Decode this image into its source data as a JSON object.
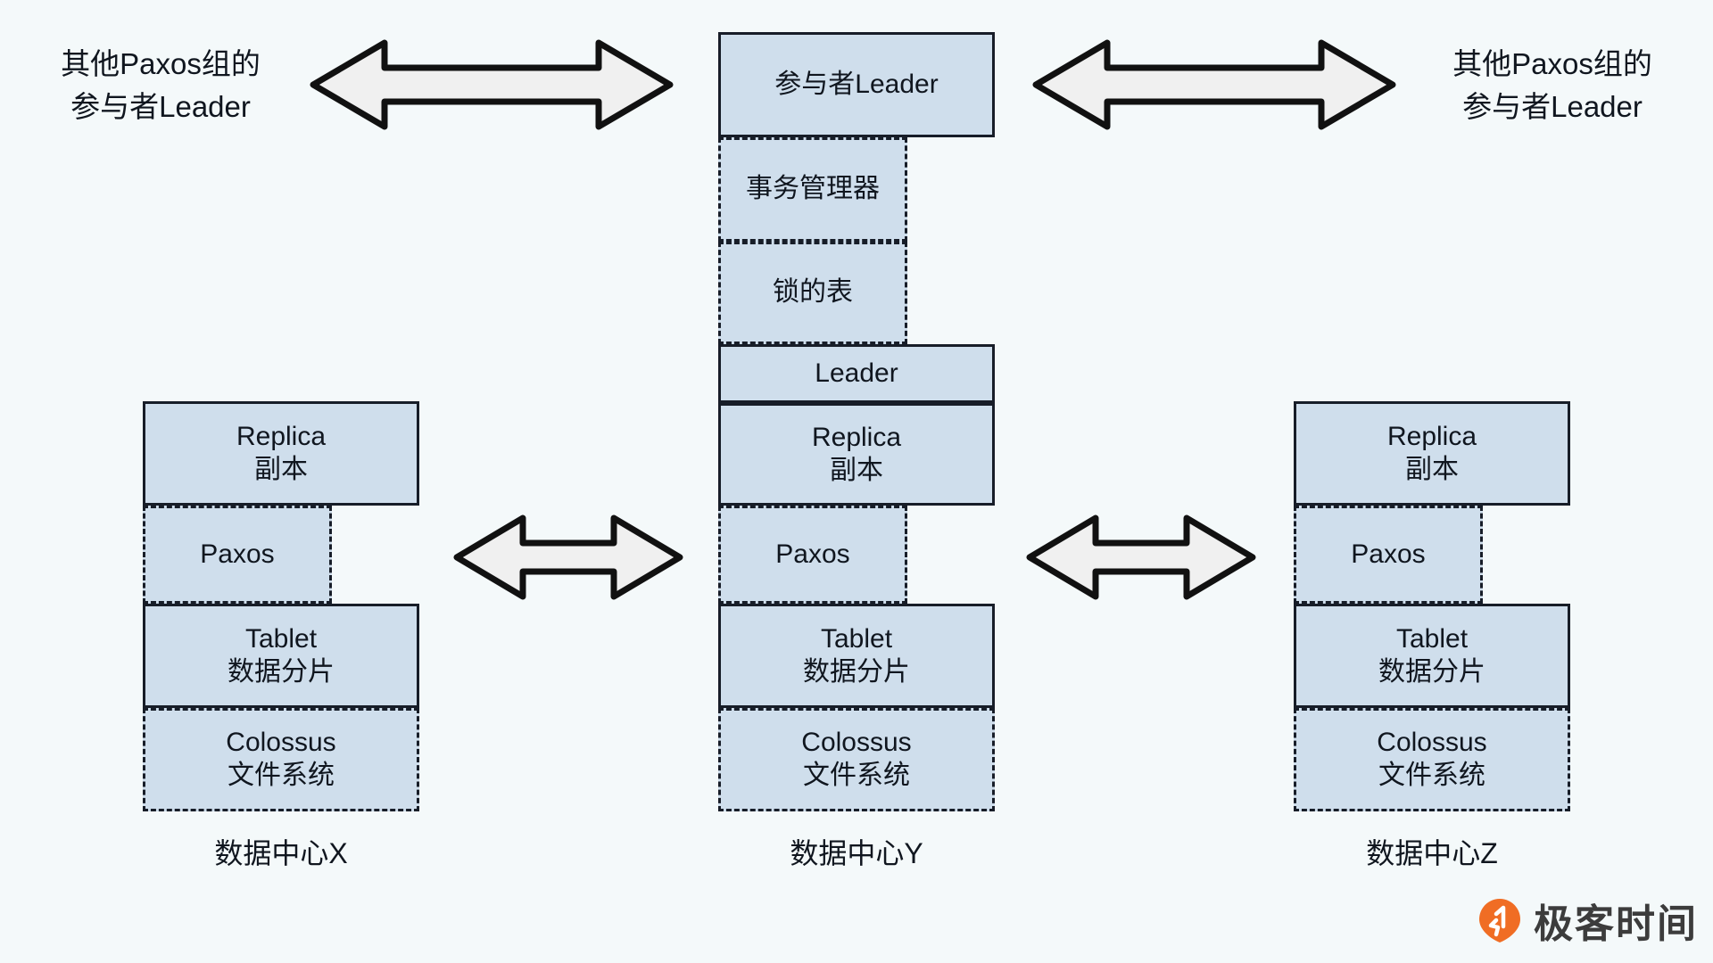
{
  "canvas": {
    "background_color": "#f4f9fa",
    "box_fill": "#cfdeec",
    "border_color": "#171d28"
  },
  "captions": {
    "left": {
      "line1": "其他Paxos组的",
      "line2": "参与者Leader"
    },
    "right": {
      "line1": "其他Paxos组的",
      "line2": "参与者Leader"
    }
  },
  "columns": [
    {
      "id": "x",
      "datacenter_label": "数据中心X",
      "boxes": [
        {
          "name": "replica",
          "style": "solid",
          "line1": "Replica",
          "line2": "副本"
        },
        {
          "name": "paxos",
          "style": "dashed",
          "line1": "Paxos",
          "line2": ""
        },
        {
          "name": "tablet",
          "style": "solid",
          "line1": "Tablet",
          "line2": "数据分片"
        },
        {
          "name": "colossus",
          "style": "dashed",
          "line1": "Colossus",
          "line2": "文件系统"
        }
      ]
    },
    {
      "id": "y",
      "datacenter_label": "数据中心Y",
      "boxes": [
        {
          "name": "participant-leader",
          "style": "solid",
          "line1": "参与者Leader",
          "line2": ""
        },
        {
          "name": "transaction-manager",
          "style": "dashed",
          "line1": "事务管理器",
          "line2": ""
        },
        {
          "name": "lock-table",
          "style": "dashed",
          "line1": "锁的表",
          "line2": ""
        },
        {
          "name": "leader",
          "style": "solid",
          "line1": "Leader",
          "line2": ""
        },
        {
          "name": "replica",
          "style": "solid",
          "line1": "Replica",
          "line2": "副本"
        },
        {
          "name": "paxos",
          "style": "dashed",
          "line1": "Paxos",
          "line2": ""
        },
        {
          "name": "tablet",
          "style": "solid",
          "line1": "Tablet",
          "line2": "数据分片"
        },
        {
          "name": "colossus",
          "style": "dashed",
          "line1": "Colossus",
          "line2": "文件系统"
        }
      ]
    },
    {
      "id": "z",
      "datacenter_label": "数据中心Z",
      "boxes": [
        {
          "name": "replica",
          "style": "solid",
          "line1": "Replica",
          "line2": "副本"
        },
        {
          "name": "paxos",
          "style": "dashed",
          "line1": "Paxos",
          "line2": ""
        },
        {
          "name": "tablet",
          "style": "solid",
          "line1": "Tablet",
          "line2": "数据分片"
        },
        {
          "name": "colossus",
          "style": "dashed",
          "line1": "Colossus",
          "line2": "文件系统"
        }
      ]
    }
  ],
  "arrows": [
    {
      "name": "arrow-top-left",
      "direction": "double"
    },
    {
      "name": "arrow-top-right",
      "direction": "double"
    },
    {
      "name": "arrow-middle-left",
      "direction": "double"
    },
    {
      "name": "arrow-middle-right",
      "direction": "double"
    }
  ],
  "logo": {
    "wordmark": "极客时间",
    "mark_color": "#f06d24"
  }
}
